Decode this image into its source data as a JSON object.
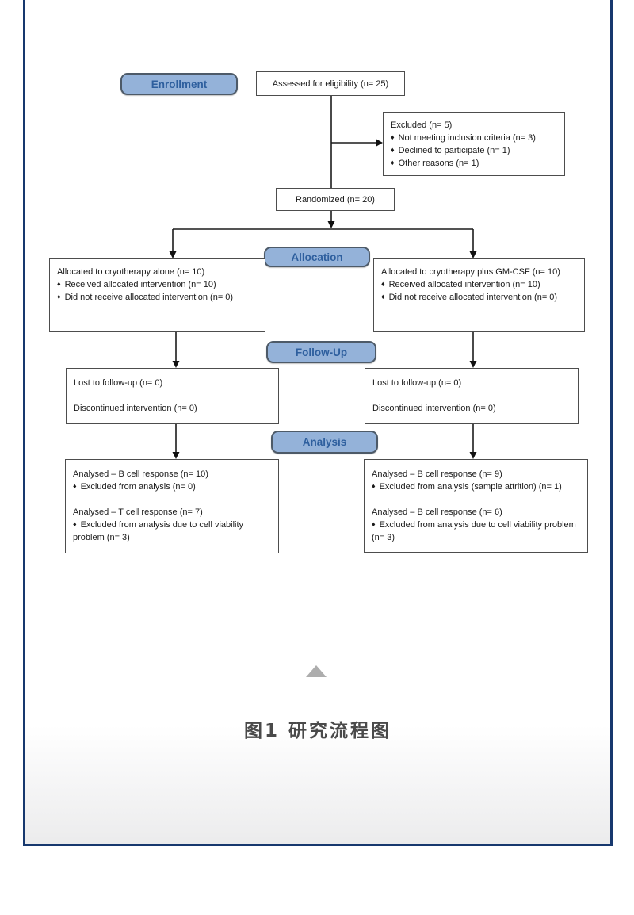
{
  "ui": {
    "bullet_char": "♦"
  },
  "colors": {
    "frame_navy": "#17386e",
    "stage_label_fill": "#94b2d9",
    "stage_label_border": "#4d5a68",
    "stage_label_text": "#2e5f9e",
    "box_border": "#4d4d4d",
    "connector": "#1c1c1c",
    "caption_text": "#4a4a4a",
    "triangle_gray": "#adadad"
  },
  "flowchart": {
    "stages": {
      "enrollment": "Enrollment",
      "allocation": "Allocation",
      "followup": "Follow-Up",
      "analysis": "Analysis"
    },
    "assessed": "Assessed for eligibility (n= 25)",
    "excluded": {
      "title": "Excluded (n= 5)",
      "bullets": [
        "Not meeting inclusion criteria (n= 3)",
        "Declined to participate (n= 1)",
        "Other reasons (n= 1)"
      ]
    },
    "randomized": "Randomized (n= 20)",
    "alloc_left": {
      "title": "Allocated to cryotherapy alone (n= 10)",
      "bullets": [
        "Received allocated intervention (n= 10)",
        "Did not receive allocated intervention (n= 0)"
      ]
    },
    "alloc_right": {
      "title": "Allocated to cryotherapy plus GM-CSF (n= 10)",
      "bullets": [
        "Received allocated intervention (n= 10)",
        "Did not receive allocated intervention (n= 0)"
      ]
    },
    "followup_left": {
      "line1": "Lost to follow-up (n= 0)",
      "line2": "Discontinued intervention (n= 0)"
    },
    "followup_right": {
      "line1": "Lost to follow-up (n= 0)",
      "line2": "Discontinued intervention (n= 0)"
    },
    "analysis_left": {
      "group1_title": "Analysed – B cell response (n= 10)",
      "group1_bullet": "Excluded from analysis (n= 0)",
      "group2_title": "Analysed – T cell response (n= 7)",
      "group2_bullet": "Excluded from analysis due to cell viability problem (n= 3)"
    },
    "analysis_right": {
      "group1_title": "Analysed – B cell response (n= 9)",
      "group1_bullet": "Excluded from analysis (sample attrition) (n= 1)",
      "group2_title": "Analysed – B cell response (n= 6)",
      "group2_bullet": "Excluded from analysis due to cell viability problem (n= 3)"
    }
  },
  "caption": "图1 研究流程图"
}
